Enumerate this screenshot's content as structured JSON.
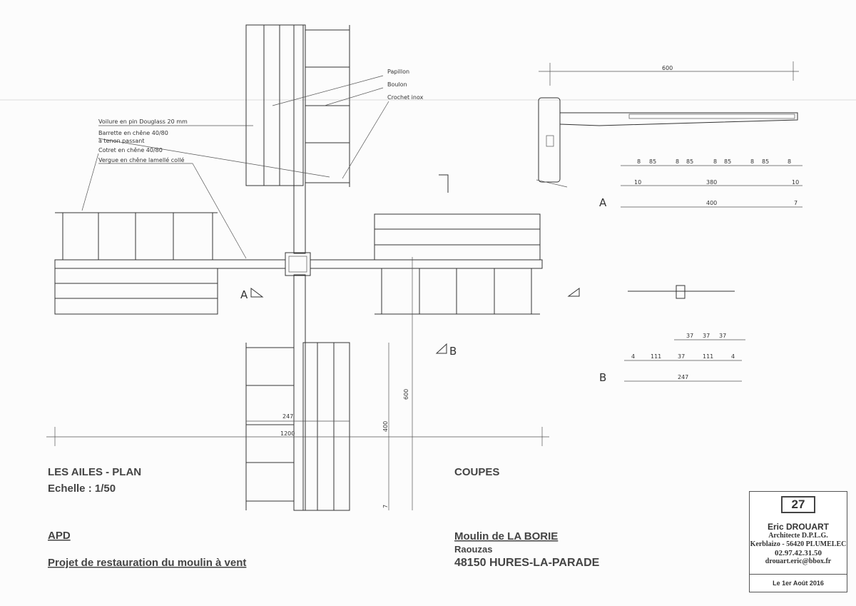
{
  "plan": {
    "title": "LES AILES - PLAN",
    "scale": "Echelle : 1/50",
    "labels": {
      "papillon": "Papillon",
      "boulon": "Boulon",
      "crochet": "Crochet inox",
      "voilure": "Voilure en pin Douglass 20 mm",
      "barrette": "Barrette en chêne 40/80",
      "barrette2": "à tenon passant",
      "cotret": "Cotret en chêne 40/80",
      "vergue": "Vergue en chêne lamellé collé"
    },
    "dims": {
      "d247": "247",
      "d1200": "1200",
      "d600": "600",
      "d400": "400",
      "d7": "7"
    },
    "section_marks": {
      "a": "A",
      "b": "B"
    }
  },
  "sections": {
    "title": "COUPES",
    "a": {
      "label": "A",
      "top": "600",
      "row1": [
        "8",
        "85",
        "8",
        "85",
        "8",
        "85",
        "8",
        "85",
        "8"
      ],
      "row2": [
        "10",
        "380",
        "10"
      ],
      "row3": [
        "400",
        "7"
      ]
    },
    "b": {
      "label": "B",
      "row1": [
        "37",
        "37",
        "37"
      ],
      "row2": [
        "4",
        "111",
        "37",
        "111",
        "4"
      ],
      "row3": "247"
    }
  },
  "project": {
    "phase": "APD",
    "description": "Projet de restauration du moulin à vent",
    "name": "Moulin de LA BORIE",
    "place": "Raouzas",
    "city": "48150  HURES-LA-PARADE"
  },
  "titleblock": {
    "sheet": "27",
    "architect": "Eric DROUART",
    "qualification": "Architecte  D.P.L.G.",
    "address": "Kerblaizo - 56420  PLUMELEC",
    "phone": "02.97.42.31.50",
    "email": "drouart.eric@bbox.fr",
    "date": "Le 1er Août 2016"
  }
}
